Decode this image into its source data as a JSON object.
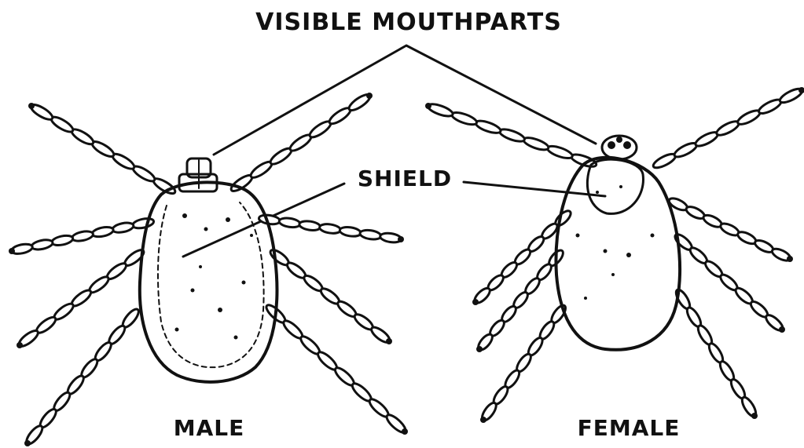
{
  "labels": {
    "top": "VISIBLE MOUTHPARTS",
    "middle": "SHIELD",
    "left": "MALE",
    "right": "FEMALE"
  },
  "colors": {
    "ink": "#111111",
    "background": "#ffffff"
  },
  "icons": [
    "male-tick-drawing",
    "female-tick-drawing"
  ]
}
